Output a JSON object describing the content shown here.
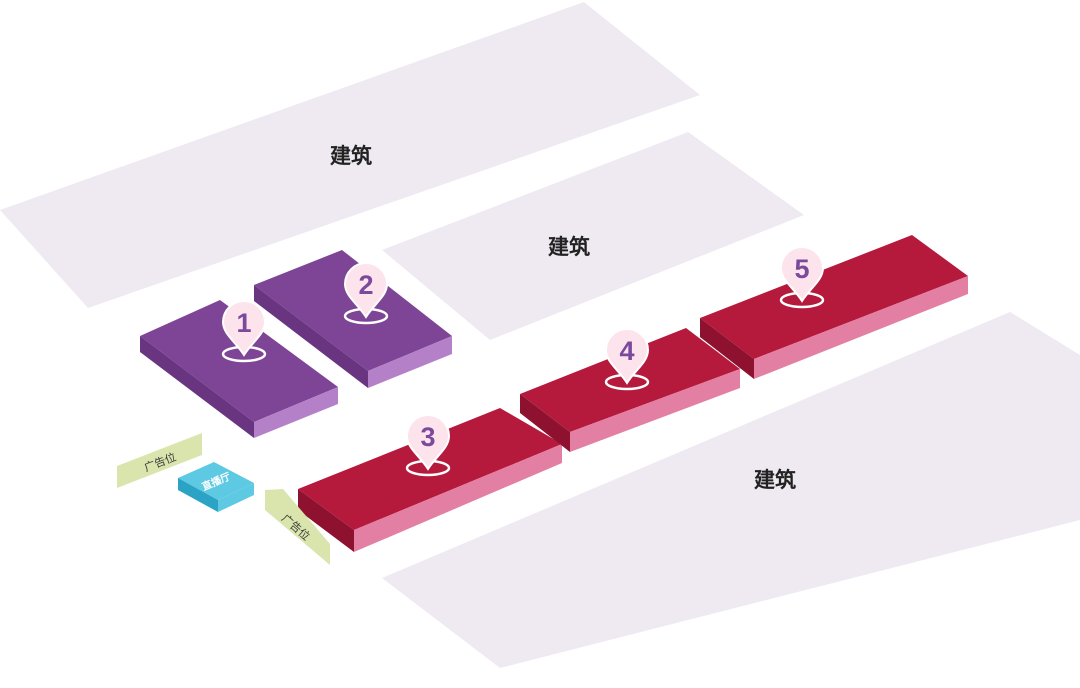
{
  "colors": {
    "building": "#efeaf1",
    "purple_top": "#7e4596",
    "purple_side": "#b481c8",
    "purple_side_dark": "#6a3580",
    "red_top": "#b51a3c",
    "red_side": "#e37fa2",
    "red_side_dark": "#8e1230",
    "ad_band": "#d9e5ad",
    "kiosk_top": "#5ec9e3",
    "kiosk_side": "#2aa3c4",
    "pin_fill": "#fce3ec",
    "purple_num": "#7b4a9c"
  },
  "buildings": [
    {
      "label": "建筑"
    },
    {
      "label": "建筑"
    },
    {
      "label": "建筑"
    }
  ],
  "areas": [
    {
      "num": "1"
    },
    {
      "num": "2"
    },
    {
      "num": "3"
    },
    {
      "num": "4"
    },
    {
      "num": "5"
    }
  ],
  "ads": [
    {
      "label": "广告位"
    },
    {
      "label": "广告位"
    }
  ],
  "kiosk": {
    "label": "直播厅"
  }
}
